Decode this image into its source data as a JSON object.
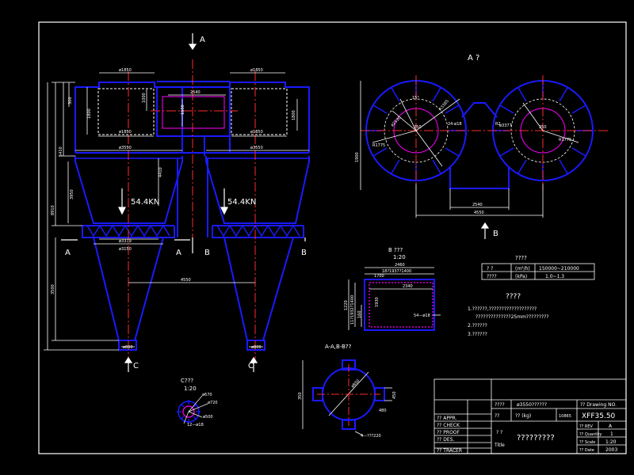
{
  "colors": {
    "background": "#000000",
    "outline": "#0000ff",
    "dimension": "#ffffff",
    "centerline": "#ff0000",
    "hidden": "#ff00ff",
    "text": "#ffffff"
  },
  "labels": {
    "sec_a_top": "A",
    "sec_a_left": "A",
    "sec_a_mid": "A",
    "sec_b_left": "B",
    "sec_b_right": "B",
    "sec_b_plan": "B",
    "sec_c_left": "C",
    "sec_c_right": "C",
    "load_left": "54.4KN",
    "load_right": "54.4KN",
    "plan_title": "A ?",
    "b_title": "B ???",
    "b_scale": "1:20",
    "aab_title": "A-A,B-B??",
    "c_title": "C???",
    "c_scale": "1:20",
    "notes_title": "????",
    "note_1a": "1.??????,???????????????????",
    "note_1b": "??????????????25mm?????????",
    "note_2": "2.??????",
    "note_3": "3.??????",
    "params_title": "????"
  },
  "dims": {
    "d1850a": "ø1850",
    "d1850b": "ø1850",
    "d1850c": "ø1850",
    "d1850d": "ø1850",
    "d3550a": "ø3550",
    "d3550b": "ø3550",
    "d3150": "ø3150",
    "d3379": "ø3379",
    "d800a": "ø800",
    "d800b": "ø800",
    "w2540": "2540",
    "w4550": "4550",
    "h1600": "1600",
    "h1800a": "1800",
    "h1800b": "1800",
    "h5410": "5410",
    "h8910": "8910",
    "h3500": "3500",
    "h4410": "4410",
    "h3950": "3950",
    "h300": "300",
    "h1000": "1000",
    "plan_1900": "1900",
    "plan_2540": "2540",
    "plan_4550": "4550",
    "plan_r2": "R2",
    "plan_250a": "250",
    "plan_250b": "250",
    "plan_r1775a": "R1775",
    "plan_r1775b": "R1775",
    "plan_24phi18": "24-ø18",
    "plan_phi3377": "ø3377",
    "plan_d2530": "ø2530",
    "plan_r3385": "R3385",
    "plan_15": "15°",
    "b_2460": "2460",
    "b_1819": "18?1937?1400",
    "b_2340": "2340",
    "b_1700": "1700",
    "b_1220": "1220",
    "b_1930": "1930",
    "b_side": "11?1932?1400",
    "b_160": "160",
    "b_bolt": "54—ø18",
    "aab_phi": "ø850",
    "aab_350": "350",
    "aab_480": "480",
    "aab_450": "450",
    "aab_bolt": "4—???220",
    "c_phi670": "ø670",
    "c_phi720": "ø720",
    "c_phi500": "ø500",
    "c_bolt": "12—ø18"
  },
  "params_table": {
    "rows": [
      [
        "?  ?",
        "(m³/h)",
        "150000~210000"
      ],
      [
        "????",
        "(kPa)",
        "1.0~1.3"
      ]
    ]
  },
  "title_block": {
    "appr": "??  APPR.",
    "check": "??  CHECK",
    "proof": "??  PROOF",
    "des": "??  DES.",
    "tracer": "??  TRACER",
    "r1c1": "????",
    "r1c2": "ø3550??????",
    "r2c1": "??",
    "r2c2": "?? (kg)",
    "r2c3": "10865",
    "title_zh": "?  ?",
    "title_en": "Title",
    "title_value": "?????????",
    "drawing_label": "??  Drawing NO.",
    "drawing_no": "XFF35.50",
    "rev_label": "??  REV",
    "rev_val": "A",
    "qty_label": "??  Quantity",
    "qty_val": "1",
    "scale_label": "??  Scale",
    "scale_val": "1:20",
    "date_label": "??  Date",
    "date_val": "2003"
  }
}
